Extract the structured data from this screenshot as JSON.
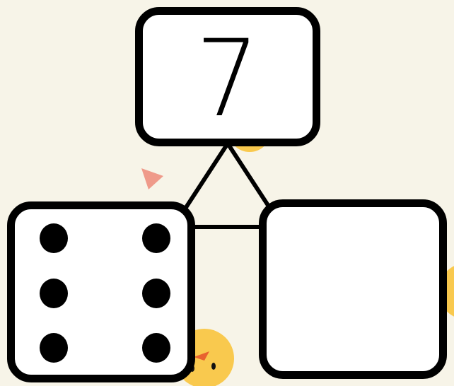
{
  "puzzle": {
    "top_number": "7",
    "left_dice_value": 6,
    "right_answer": ""
  },
  "colors": {
    "background": "#f7f4e8",
    "box_fill": "#ffffff",
    "outline": "#000000",
    "chick": "#f9c94e",
    "beak": "#e8622f",
    "triangle": "#ef9a8a"
  },
  "icons": {
    "dice": "dice-six-face",
    "chick": "chick-icon",
    "triangle": "triangle-confetti"
  }
}
